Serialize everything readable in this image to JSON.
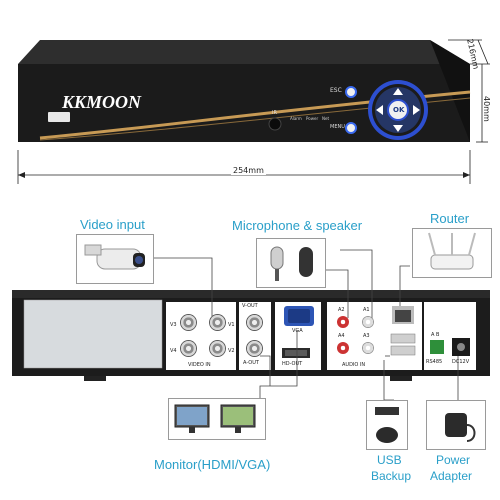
{
  "front": {
    "brand": "KKMOON",
    "esc": "ESC",
    "ok": "OK",
    "menu": "MENU",
    "ir": "IR",
    "indicators": [
      "Alarm",
      "Power",
      "Net"
    ],
    "depth": "216mm",
    "height": "40mm",
    "width": "254mm"
  },
  "labels": {
    "video_input": "Video input",
    "mic_speaker": "Microphone & speaker",
    "router": "Router",
    "monitor": "Monitor(HDMI/VGA)",
    "usb_backup_1": "USB",
    "usb_backup_2": "Backup",
    "power_1": "Power",
    "power_2": "Adapter"
  },
  "rear": {
    "vout": "V-OUT",
    "aout": "A-OUT",
    "video_in": "VIDEO IN",
    "vga": "VGA",
    "hd_out": "HD-OUT",
    "audio_in": "AUDIO IN",
    "a2": "A2",
    "a1": "A1",
    "a4": "A4",
    "a3": "A3",
    "v3": "V3",
    "v1": "V1",
    "v4": "V4",
    "v2": "V2",
    "rs485": "RS485",
    "dc12v": "DC12V",
    "ab": "A  B"
  },
  "colors": {
    "accent": "#2a9fc9",
    "gold": "#c79a55",
    "panel": "#1c1c1c"
  }
}
